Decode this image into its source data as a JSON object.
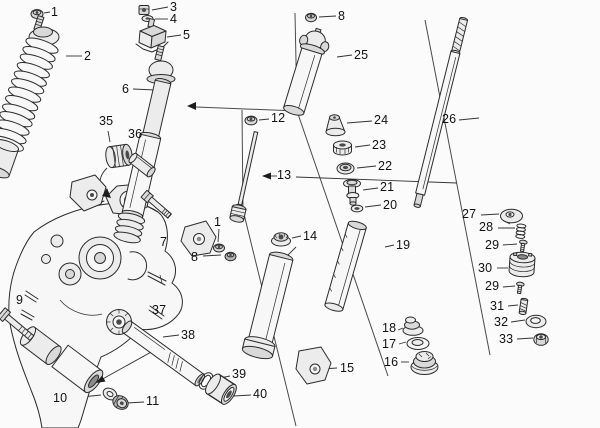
{
  "colors": {
    "background": "#fbfbfb",
    "line_art": "#2b2b2b",
    "label_text": "#111111"
  },
  "callouts": [
    {
      "id": "1-top",
      "label": "1"
    },
    {
      "id": "2",
      "label": "2"
    },
    {
      "id": "3",
      "label": "3"
    },
    {
      "id": "4",
      "label": "4"
    },
    {
      "id": "5",
      "label": "5"
    },
    {
      "id": "6",
      "label": "6"
    },
    {
      "id": "8-top",
      "label": "8"
    },
    {
      "id": "25",
      "label": "25"
    },
    {
      "id": "12",
      "label": "12"
    },
    {
      "id": "24",
      "label": "24"
    },
    {
      "id": "23",
      "label": "23"
    },
    {
      "id": "26",
      "label": "26"
    },
    {
      "id": "22",
      "label": "22"
    },
    {
      "id": "13",
      "label": "13"
    },
    {
      "id": "21",
      "label": "21"
    },
    {
      "id": "20",
      "label": "20"
    },
    {
      "id": "35",
      "label": "35"
    },
    {
      "id": "36",
      "label": "36"
    },
    {
      "id": "14",
      "label": "14"
    },
    {
      "id": "19",
      "label": "19"
    },
    {
      "id": "27",
      "label": "27"
    },
    {
      "id": "28",
      "label": "28"
    },
    {
      "id": "29-upper",
      "label": "29"
    },
    {
      "id": "30",
      "label": "30"
    },
    {
      "id": "29-lower",
      "label": "29"
    },
    {
      "id": "31",
      "label": "31"
    },
    {
      "id": "32",
      "label": "32"
    },
    {
      "id": "33",
      "label": "33"
    },
    {
      "id": "7",
      "label": "7"
    },
    {
      "id": "1-mid",
      "label": "1"
    },
    {
      "id": "8-mid",
      "label": "8"
    },
    {
      "id": "9",
      "label": "9"
    },
    {
      "id": "37",
      "label": "37"
    },
    {
      "id": "38",
      "label": "38"
    },
    {
      "id": "18",
      "label": "18"
    },
    {
      "id": "17",
      "label": "17"
    },
    {
      "id": "16",
      "label": "16"
    },
    {
      "id": "15",
      "label": "15"
    },
    {
      "id": "39",
      "label": "39"
    },
    {
      "id": "40",
      "label": "40"
    },
    {
      "id": "10",
      "label": "10"
    },
    {
      "id": "11",
      "label": "11"
    }
  ]
}
